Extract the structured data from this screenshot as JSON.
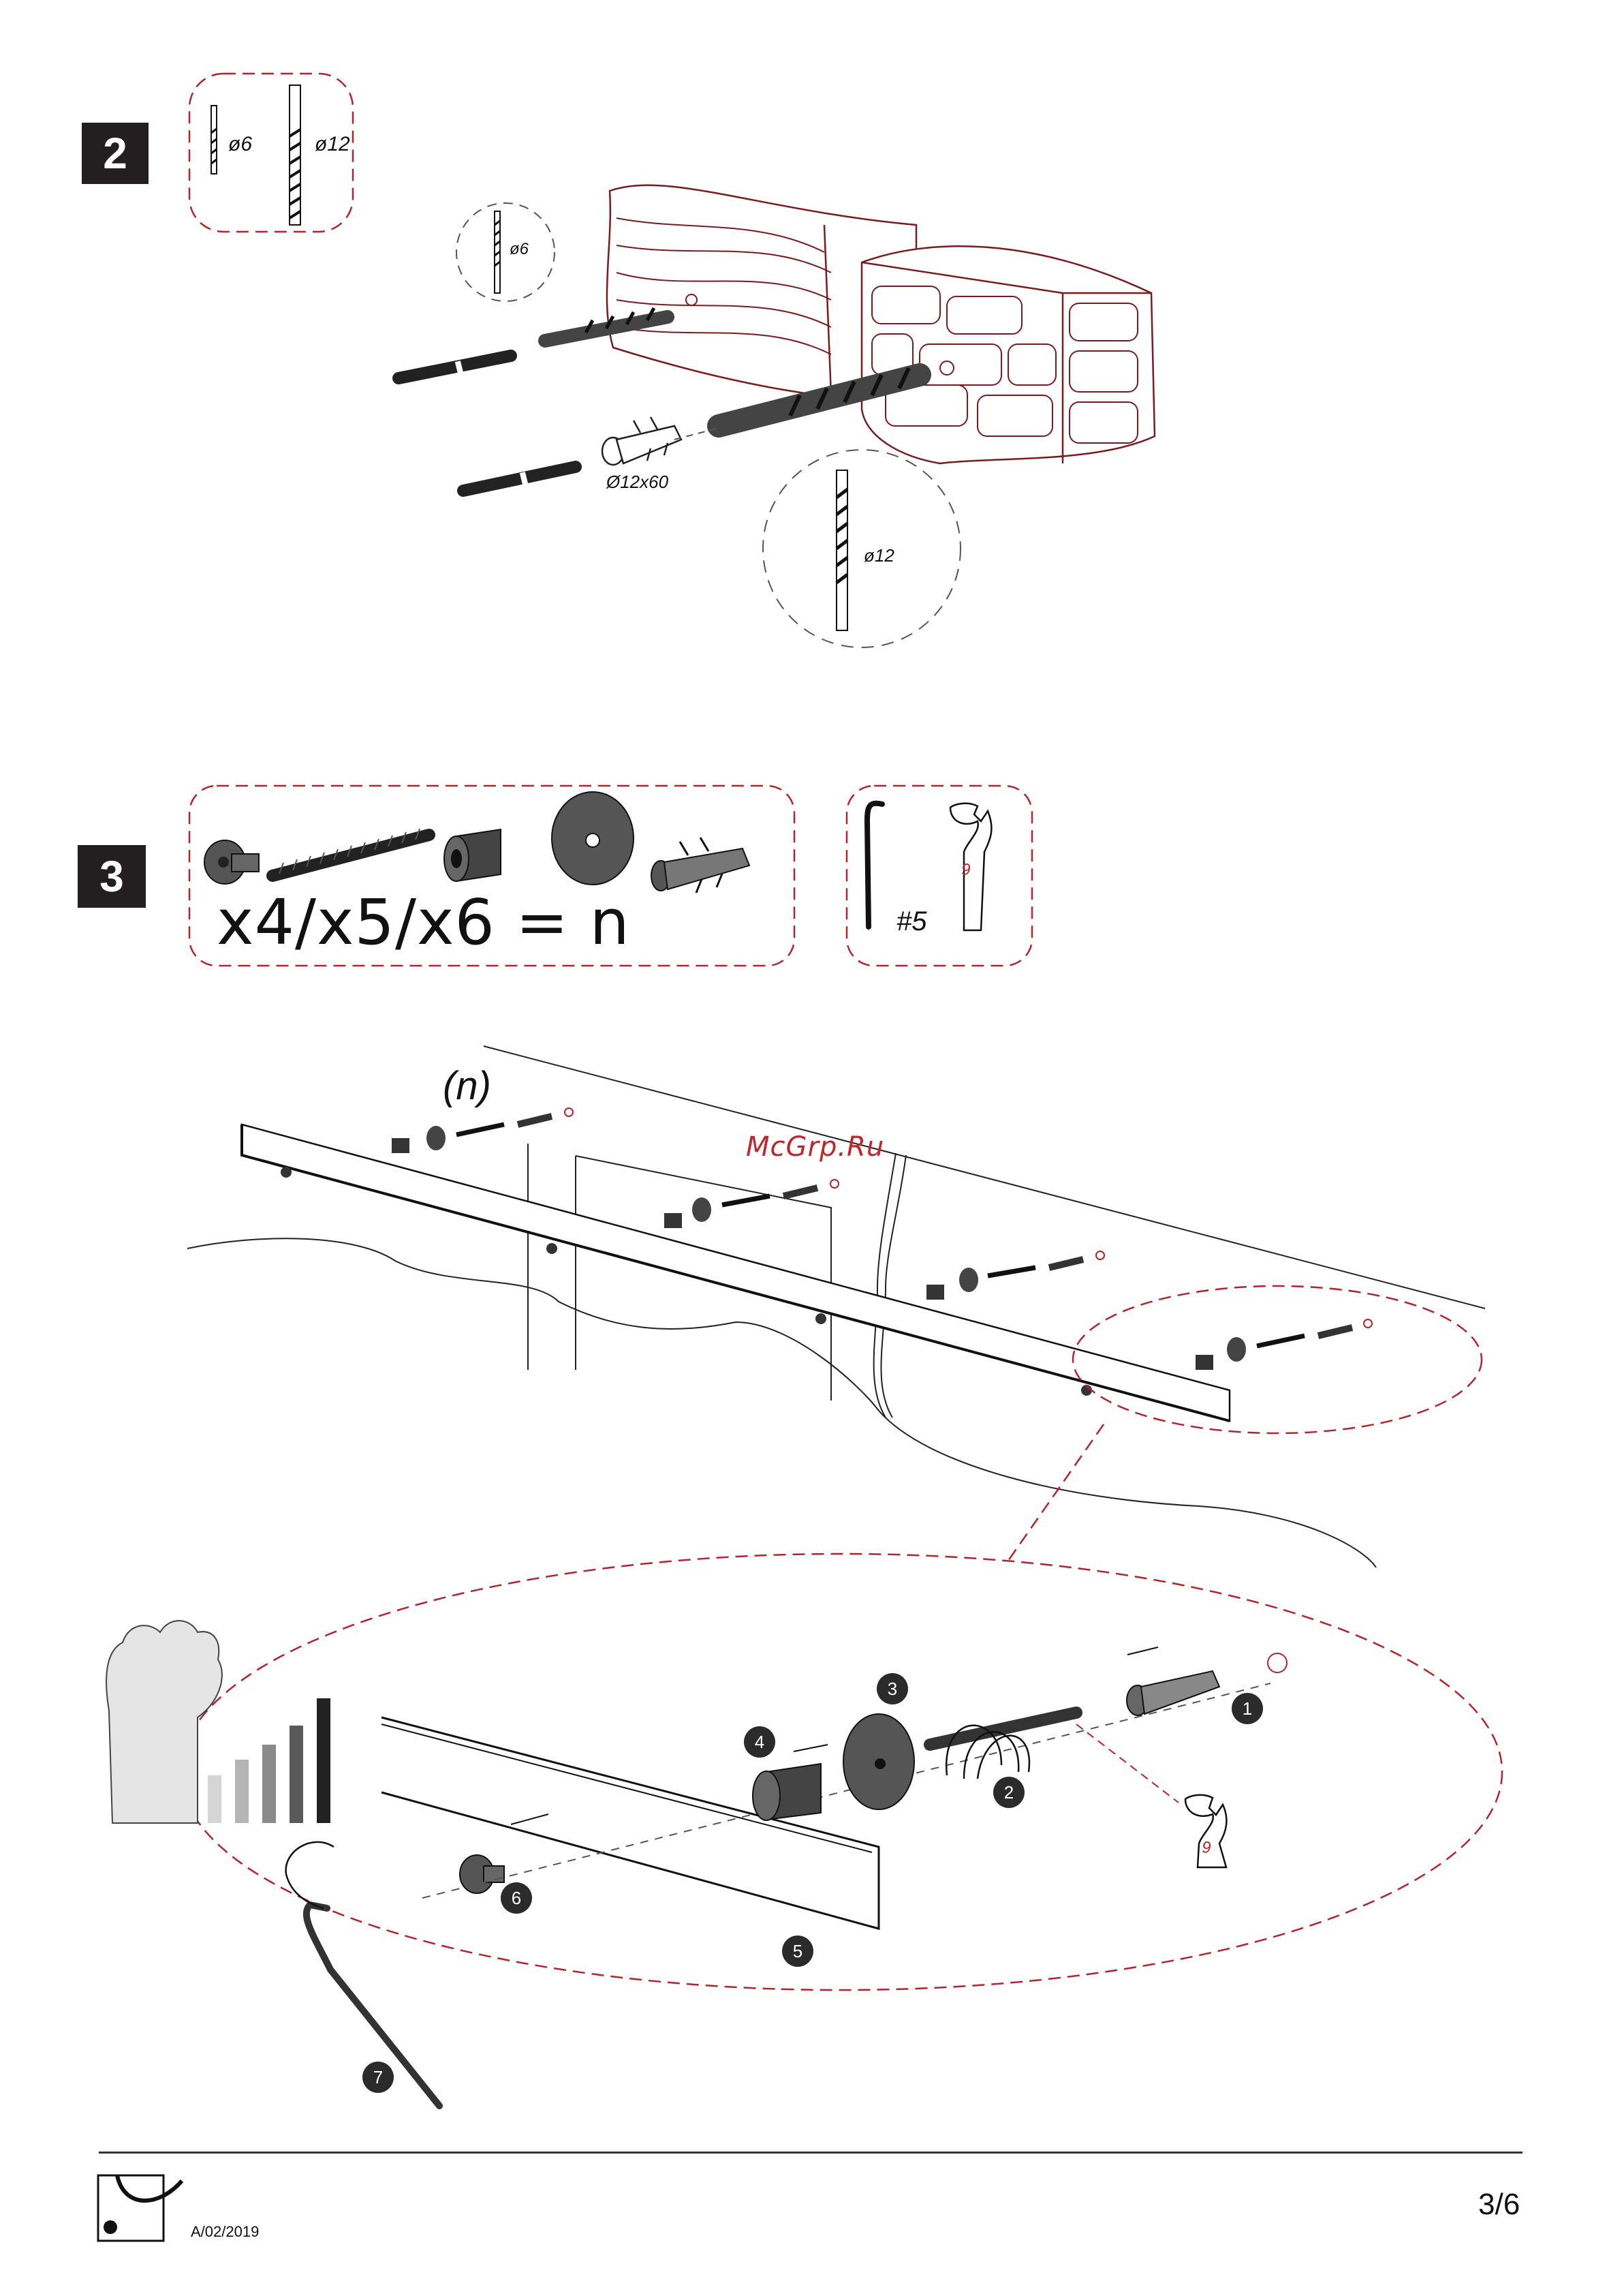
{
  "steps": {
    "step2": {
      "number": "2",
      "drill_small": "ø6",
      "drill_large": "ø12",
      "callout_small": "ø6",
      "callout_large": "ø12",
      "anchor_size": "Ø12x60"
    },
    "step3": {
      "number": "3",
      "formula": "x4/x5/x6 = n",
      "hex_key": "#5",
      "wrench_size": "6",
      "count_label": "(n)",
      "callouts": [
        "1",
        "2",
        "3",
        "4",
        "5",
        "6",
        "7"
      ],
      "detail_wrench_size": "6"
    }
  },
  "watermark": "McGrp.Ru",
  "footer": {
    "doc_code": "A/02/2019",
    "page": "3/6"
  },
  "colors": {
    "outline": "#231f20",
    "accent_red": "#b5242a",
    "grey_part": "#555555"
  }
}
